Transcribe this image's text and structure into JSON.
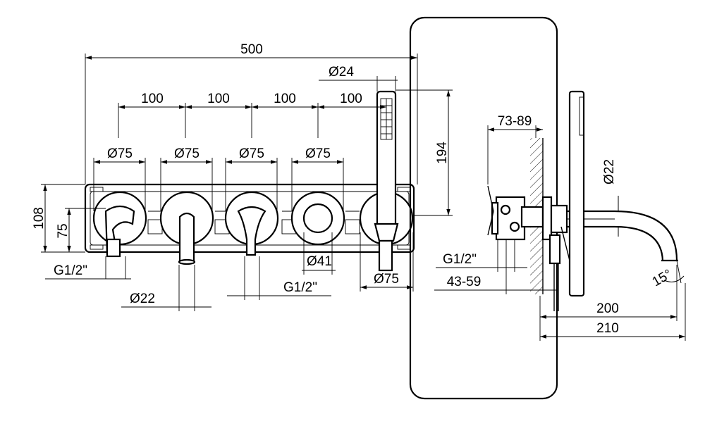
{
  "dimensions": {
    "total_width": "500",
    "spacing_1": "100",
    "spacing_2": "100",
    "spacing_3": "100",
    "spacing_4": "100",
    "handshower_dia": "Ø24",
    "rosette_1": "Ø75",
    "rosette_2": "Ø75",
    "rosette_3": "Ø75",
    "rosette_4": "Ø75",
    "rosette_5": "Ø75",
    "plate_height": "108",
    "inlet_height": "75",
    "holder_height": "194",
    "thread_left": "G1/2\"",
    "spout_dia": "Ø22",
    "knob_dia": "Ø41",
    "thread_mid": "G1/2\"",
    "wall_depth": "73-89",
    "thread_side": "G1/2\"",
    "adjust_depth": "43-59",
    "spout_dia_side": "Ø22",
    "spout_projection": "200",
    "overall_projection": "210",
    "spout_angle": "15°"
  },
  "colors": {
    "line": "#000000",
    "background": "#ffffff"
  }
}
